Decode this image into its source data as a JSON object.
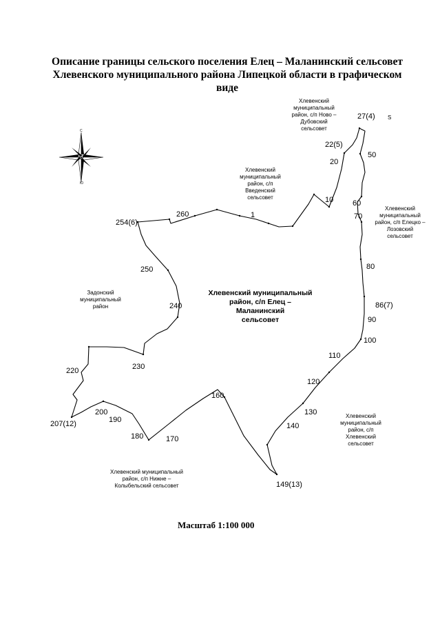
{
  "title": {
    "line1": "Описание границы сельского поселения Елец – Маланинский сельсовет",
    "line2": "Хлевенского муниципального района Липецкой области в графическом",
    "line3": "виде"
  },
  "regions": {
    "main": [
      "Хлевенский муниципальный",
      "район, с/п Елец – Маланинский",
      "сельсовет"
    ],
    "novo_dubovsky": [
      "Хлевенский",
      "муниципальный",
      "район, с/п Ново –",
      "Дубовский",
      "сельсовет"
    ],
    "vvedensky": [
      "Хлевенский",
      "муниципальный",
      "район, с/п",
      "Введенский",
      "сельсовет"
    ],
    "eletsko_lozovsky": [
      "Хлевенский",
      "муниципальный",
      "район, с/п Елецко –",
      "Лозовский",
      "сельсовет"
    ],
    "zadonsky": [
      "Задонский",
      "муниципальный",
      "район"
    ],
    "khlevensky": [
      "Хлевенский",
      "муниципальный",
      "район, с/п",
      "Хлевенский",
      "сельсовет"
    ],
    "nizhne_kolybelsky": [
      "Хлевенский муниципальный",
      "район, с/п Нижне –",
      "Колыбельский сельсовет"
    ]
  },
  "points": [
    "27(4)",
    "22(5)",
    "20",
    "50",
    "10",
    "60",
    "70",
    "1",
    "260",
    "254(6)",
    "250",
    "80",
    "86(7)",
    "240",
    "90",
    "100",
    "110",
    "230",
    "220",
    "120",
    "160",
    "130",
    "200",
    "190",
    "140",
    "207(12)",
    "180",
    "170",
    "149(13)"
  ],
  "compass": {
    "north": "С",
    "south": "Ю"
  },
  "corner_mark": "S",
  "scale": "Масштаб 1:100 000",
  "colors": {
    "line": "#000000",
    "background": "#ffffff"
  }
}
